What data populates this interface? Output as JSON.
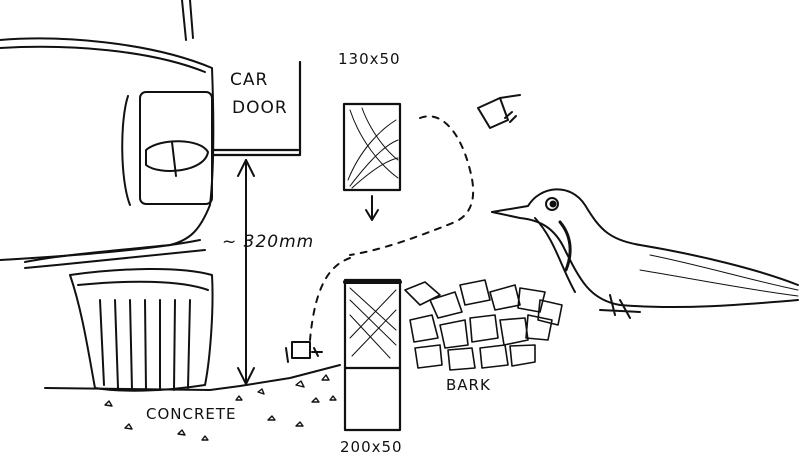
{
  "labels": {
    "car_line1": "CAR",
    "car_line2": "DOOR",
    "top_block": "130x50",
    "dimension": "~ 320mm",
    "bark": "BARK",
    "concrete": "CONCRETE",
    "bottom_block": "200x50"
  },
  "colors": {
    "ink": "#111111",
    "paper": "#ffffff"
  }
}
